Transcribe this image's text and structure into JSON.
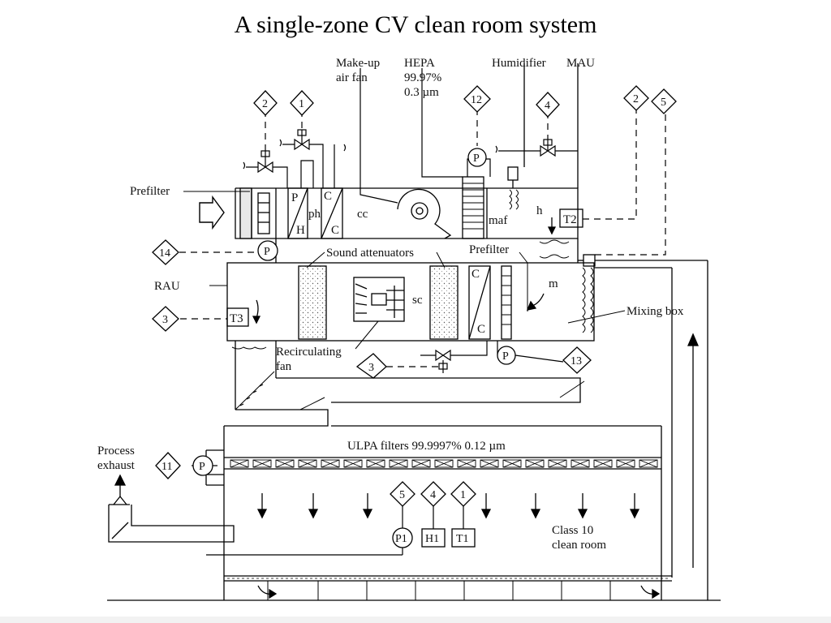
{
  "title": "A single-zone CV clean room system",
  "labels": {
    "makeup_fan": [
      "Make-up",
      "air fan"
    ],
    "hepa": [
      "HEPA",
      "99.97%",
      "0.3 µm"
    ],
    "humidifier": "Humidifier",
    "mau": "MAU",
    "prefilter_left": "Prefilter",
    "ph": "ph",
    "cc": "cc",
    "maf": "maf",
    "h": "h",
    "p_coil": "P",
    "h_coil": "H",
    "c_coil_top": "C",
    "c_coil_bottom": "C",
    "sound_attenuators": "Sound attenuators",
    "prefilter_right": "Prefilter",
    "rau": "RAU",
    "sc": "sc",
    "m": "m",
    "mixing_box": "Mixing box",
    "recirc_fan": [
      "Recirculating",
      "fan"
    ],
    "cc_coil_top": "C",
    "cc_coil_bottom": "C",
    "ulpa": "ULPA filters 99.9997% 0.12 µm",
    "process_exhaust": [
      "Process",
      "exhaust"
    ],
    "clean_room": [
      "Class 10",
      "clean room"
    ]
  },
  "sensors": {
    "T2": "T2",
    "T3": "T3",
    "T1": "T1",
    "H1": "H1",
    "P1": "P1"
  },
  "pressure_symbols": {
    "P_hepa": "P",
    "P_prefilter": "P",
    "P_cooling": "P",
    "P_exhaust": "P"
  },
  "diamonds": {
    "d2_left": "2",
    "d1_left": "1",
    "d12": "12",
    "d4_top": "4",
    "d2_right": "2",
    "d5_right": "5",
    "d14": "14",
    "d3_left": "3",
    "d3_bottom": "3",
    "d13": "13",
    "d11": "11",
    "d5_room": "5",
    "d4_room": "4",
    "d1_room": "1"
  }
}
